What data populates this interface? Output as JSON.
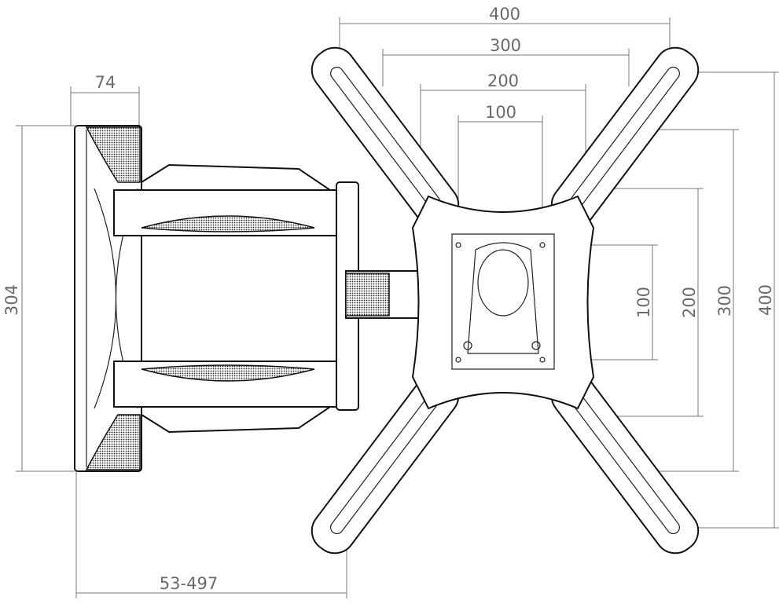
{
  "drawing": {
    "top_dimensions": [
      "400",
      "300",
      "200",
      "100"
    ],
    "right_dimensions": [
      "100",
      "200",
      "300",
      "400"
    ],
    "wall_plate_depth": "74",
    "wall_plate_height": "304",
    "extension_range": "53-497"
  }
}
